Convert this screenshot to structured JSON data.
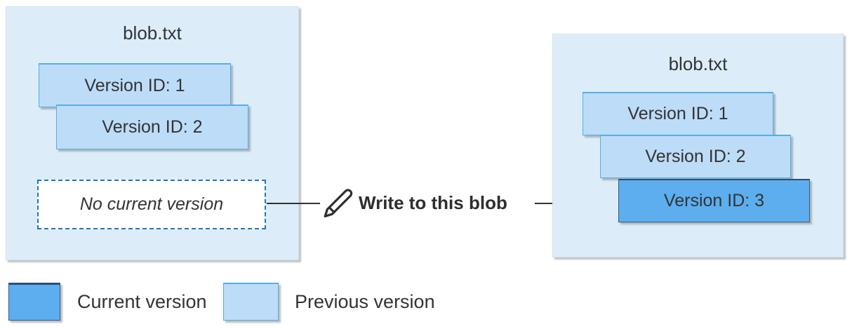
{
  "left_blob": {
    "title": "blob.txt",
    "versions": [
      "Version ID: 1",
      "Version ID: 2"
    ],
    "no_current_label": "No current version"
  },
  "action": {
    "label": "Write to this blob",
    "icon": "pencil-icon"
  },
  "right_blob": {
    "title": "blob.txt",
    "versions": [
      "Version ID: 1",
      "Version ID: 2",
      "Version ID: 3"
    ],
    "current_version": "Version ID: 3"
  },
  "legend": {
    "current": {
      "label": "Current version",
      "color": "#5caeee"
    },
    "previous": {
      "label": "Previous version",
      "color": "#bddcf8"
    }
  },
  "colors": {
    "container_bg": "#dcedf9",
    "previous_fill": "#bddcf8",
    "previous_border": "#54aee6",
    "current_fill": "#5caeee",
    "current_border": "#2f4d76",
    "dashed_border": "#2176c1",
    "arrow": "#333333",
    "text": "#333333"
  }
}
